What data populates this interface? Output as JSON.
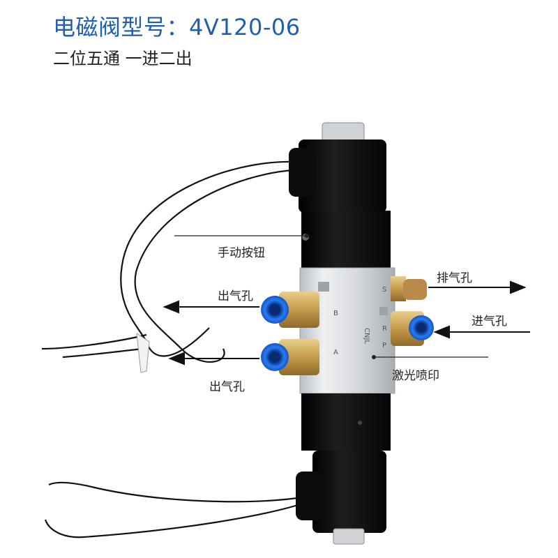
{
  "header": {
    "title": "电磁阀型号：4V120-06",
    "subtitle": "二位五通 一进二出"
  },
  "callouts": {
    "manual_button": "手动按钮",
    "outlet_top": "出气孔",
    "outlet_bottom": "出气孔",
    "exhaust": "排气孔",
    "inlet": "进气孔",
    "laser_print": "激光喷印"
  },
  "body_marks": {
    "brand": "CNJL",
    "port_a": "A",
    "port_b": "B",
    "port_r": "R",
    "port_p": "P",
    "port_s": "S"
  },
  "colors": {
    "title": "#1f5fb0",
    "fitting_ring": "#1e6fe0",
    "brass": "#c9a25a",
    "coil": "#111111",
    "body": "#d9dce0"
  }
}
